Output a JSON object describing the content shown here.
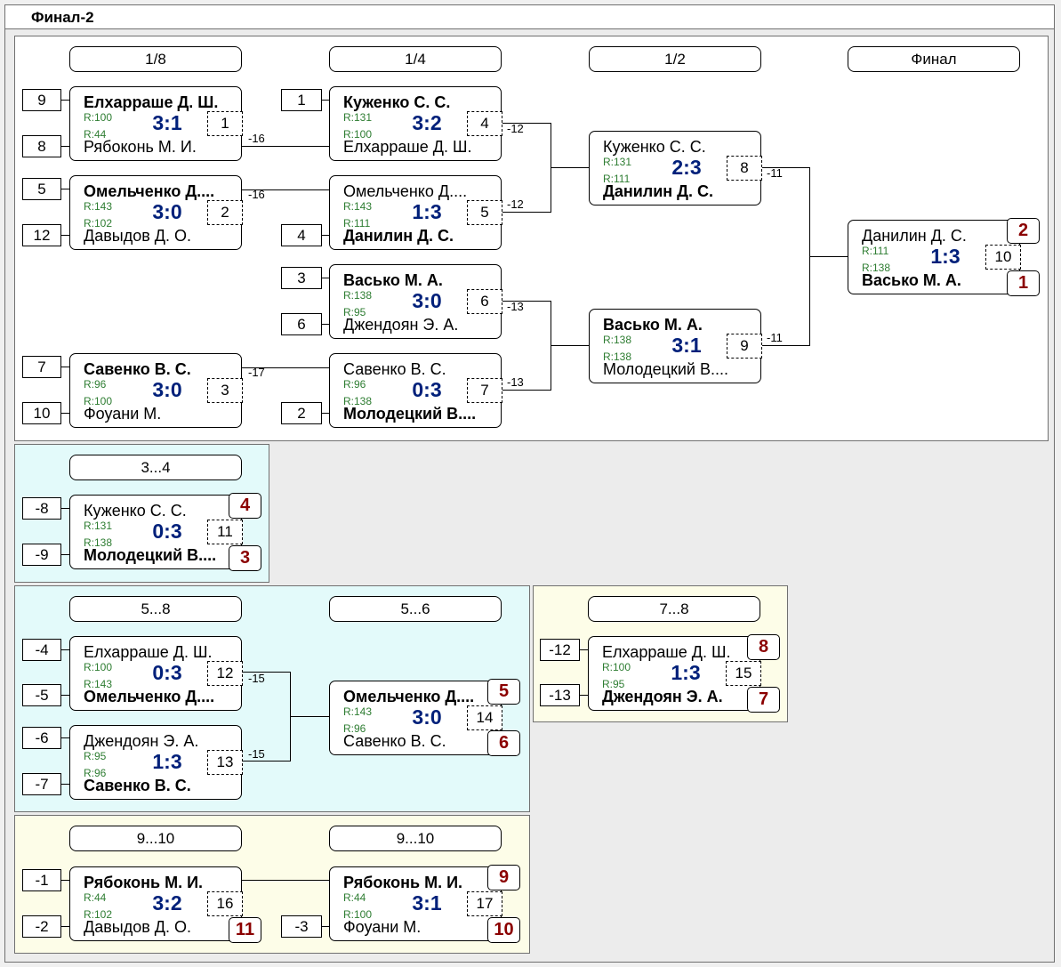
{
  "title": "Финал-2",
  "headers": {
    "h18": "1/8",
    "h14": "1/4",
    "h12": "1/2",
    "hfin": "Финал",
    "h34": "3...4",
    "h58": "5...8",
    "h56": "5...6",
    "h78": "7...8",
    "h910a": "9...10",
    "h910b": "9...10"
  },
  "seeds": {
    "s1": "9",
    "s2": "8",
    "s3": "5",
    "s4": "12",
    "s5": "7",
    "s6": "10",
    "s7": "1",
    "s8": "4",
    "s9": "3",
    "s10": "6",
    "s11": "2",
    "s12": "-8",
    "s13": "-9",
    "s14": "-4",
    "s15": "-5",
    "s16": "-6",
    "s17": "-7",
    "s18": "-12",
    "s19": "-13",
    "s20": "-1",
    "s21": "-2",
    "s22": "-3"
  },
  "matches": {
    "m1": {
      "p1": "Елхарраше Д. Ш.",
      "r1": "R:100",
      "p2": "Рябоконь М. И.",
      "r2": "R:44",
      "score": "3:1",
      "num": "1"
    },
    "m2": {
      "p1": "Омельченко Д....",
      "r1": "R:143",
      "p2": "Давыдов Д. О.",
      "r2": "R:102",
      "score": "3:0",
      "num": "2"
    },
    "m3": {
      "p1": "Савенко В. С.",
      "r1": "R:96",
      "p2": "Фоуани М.",
      "r2": "R:100",
      "score": "3:0",
      "num": "3"
    },
    "m4": {
      "p1": "Куженко С. С.",
      "r1": "R:131",
      "p2": "Елхарраше Д. Ш.",
      "r2": "R:100",
      "score": "3:2",
      "num": "4"
    },
    "m5": {
      "p1": "Омельченко Д....",
      "r1": "R:143",
      "p2": "Данилин Д. С.",
      "r2": "R:111",
      "score": "1:3",
      "num": "5"
    },
    "m6": {
      "p1": "Васько М. А.",
      "r1": "R:138",
      "p2": "Джендоян Э. А.",
      "r2": "R:95",
      "score": "3:0",
      "num": "6"
    },
    "m7": {
      "p1": "Савенко В. С.",
      "r1": "R:96",
      "p2": "Молодецкий В....",
      "r2": "R:138",
      "score": "0:3",
      "num": "7"
    },
    "m8": {
      "p1": "Куженко С. С.",
      "r1": "R:131",
      "p2": "Данилин Д. С.",
      "r2": "R:111",
      "score": "2:3",
      "num": "8"
    },
    "m9": {
      "p1": "Васько М. А.",
      "r1": "R:138",
      "p2": "Молодецкий В....",
      "r2": "R:138",
      "score": "3:1",
      "num": "9"
    },
    "m10": {
      "p1": "Данилин Д. С.",
      "r1": "R:111",
      "p2": "Васько М. А.",
      "r2": "R:138",
      "score": "1:3",
      "num": "10",
      "place1": "2",
      "place2": "1"
    },
    "m11": {
      "p1": "Куженко С. С.",
      "r1": "R:131",
      "p2": "Молодецкий В....",
      "r2": "R:138",
      "score": "0:3",
      "num": "11",
      "place1": "4",
      "place2": "3"
    },
    "m12": {
      "p1": "Елхарраше Д. Ш.",
      "r1": "R:100",
      "p2": "Омельченко Д....",
      "r2": "R:143",
      "score": "0:3",
      "num": "12"
    },
    "m13": {
      "p1": "Джендоян Э. А.",
      "r1": "R:95",
      "p2": "Савенко В. С.",
      "r2": "R:96",
      "score": "1:3",
      "num": "13"
    },
    "m14": {
      "p1": "Омельченко Д....",
      "r1": "R:143",
      "p2": "Савенко В. С.",
      "r2": "R:96",
      "score": "3:0",
      "num": "14",
      "place1": "5",
      "place2": "6"
    },
    "m15": {
      "p1": "Елхарраше Д. Ш.",
      "r1": "R:100",
      "p2": "Джендоян Э. А.",
      "r2": "R:95",
      "score": "1:3",
      "num": "15",
      "place1": "8",
      "place2": "7"
    },
    "m16": {
      "p1": "Рябоконь М. И.",
      "r1": "R:44",
      "p2": "Давыдов Д. О.",
      "r2": "R:102",
      "score": "3:2",
      "num": "16",
      "place2": "11"
    },
    "m17": {
      "p1": "Рябоконь М. И.",
      "r1": "R:44",
      "p2": "Фоуани М.",
      "r2": "R:100",
      "score": "3:1",
      "num": "17",
      "place1": "9",
      "place2": "10"
    }
  },
  "loser_labels": {
    "l1": "-16",
    "l2": "-16",
    "l3": "-17",
    "l4": "-12",
    "l5": "-12",
    "l6": "-13",
    "l7": "-13",
    "l8": "-11",
    "l9": "-11",
    "l10": "-15",
    "l11": "-15"
  },
  "colors": {
    "winner_bg": "#ffffff",
    "panel_cyan": "#e3fafa",
    "panel_yellow": "#fdfde8",
    "score": "#00207a",
    "place": "#8b0000",
    "rating": "#2e7d32"
  }
}
